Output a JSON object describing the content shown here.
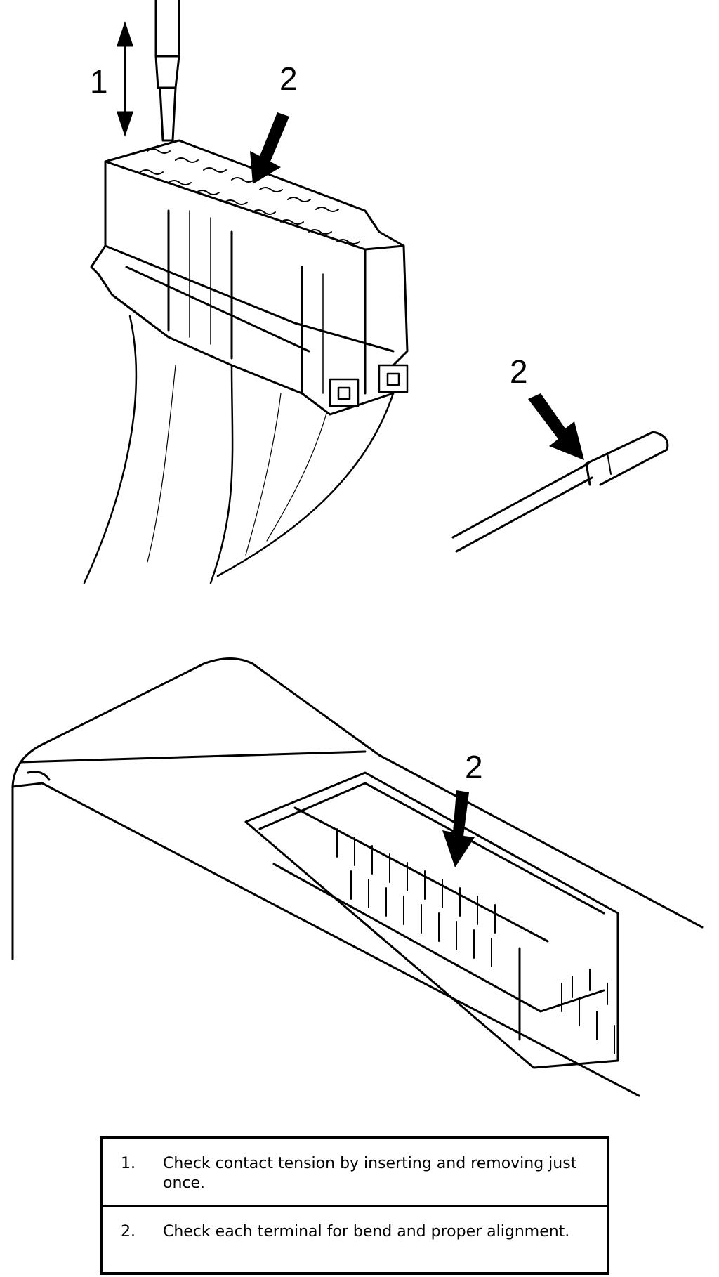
{
  "callouts": {
    "top_arrow": "1",
    "top_connector": "2",
    "terminal": "2",
    "module": "2"
  },
  "legend": [
    {
      "number": "1.",
      "text": "Check contact tension by inserting and removing just once."
    },
    {
      "number": "2.",
      "text": "Check each terminal for bend and proper alignment."
    }
  ]
}
